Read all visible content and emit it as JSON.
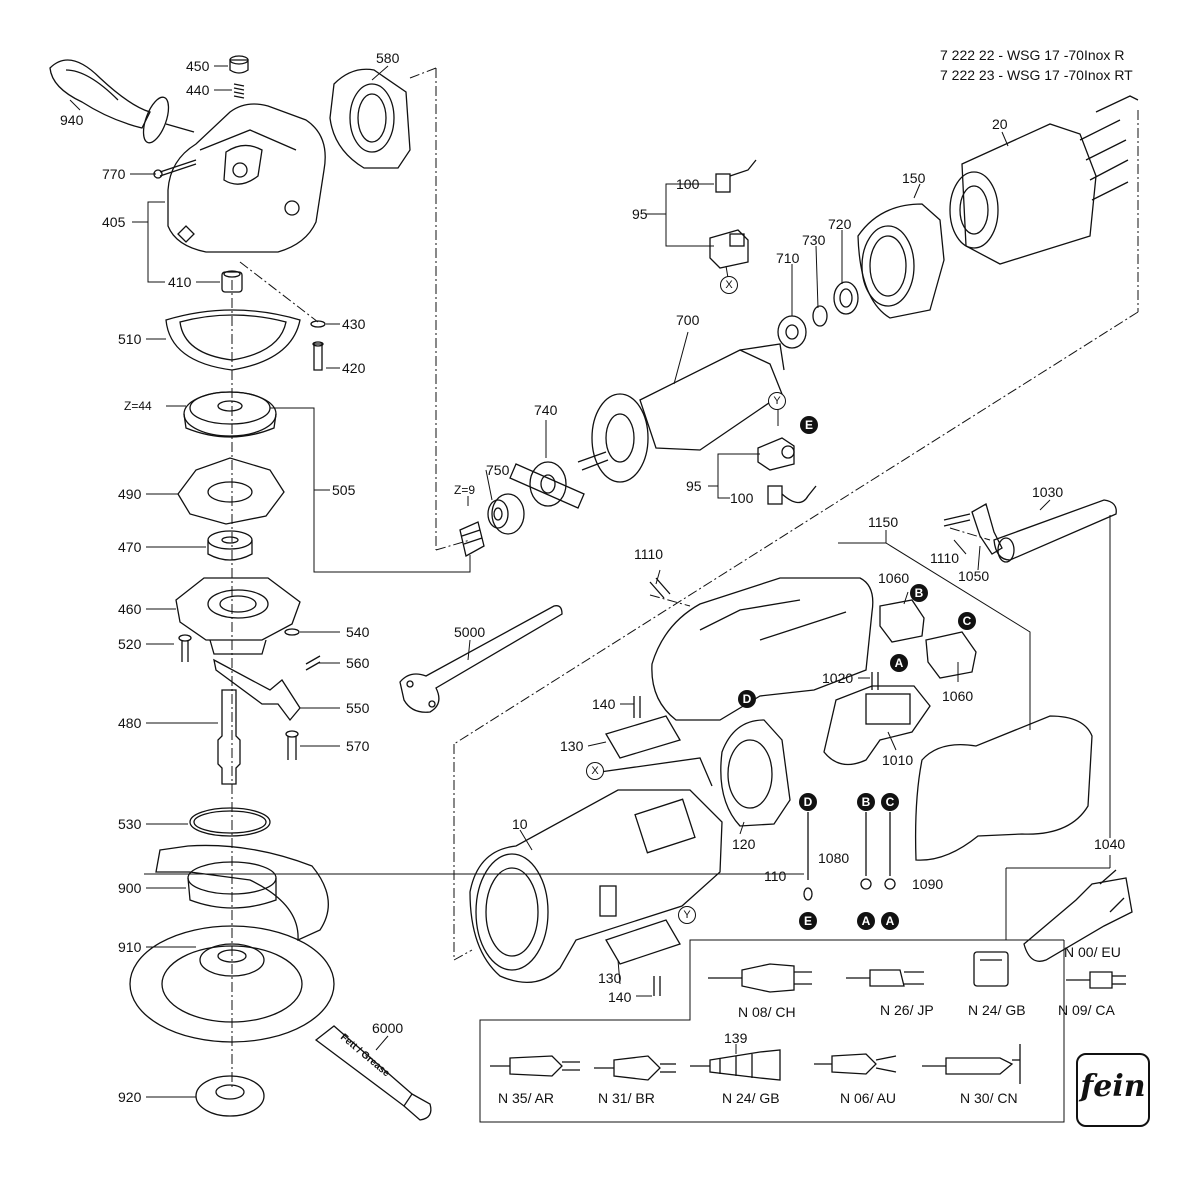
{
  "header": {
    "line1": "7 222 22 - WSG 17 -70Inox R",
    "line2": "7 222 23 - WSG 17 -70Inox RT"
  },
  "logo_text": "fein",
  "labels": {
    "p450": "450",
    "p440": "440",
    "p580": "580",
    "p940": "940",
    "p770": "770",
    "p405": "405",
    "p410": "410",
    "p430": "430",
    "p510": "510",
    "p420": "420",
    "z44": "Z=44",
    "p490": "490",
    "p505": "505",
    "p470": "470",
    "p460": "460",
    "p540": "540",
    "p520": "520",
    "p560": "560",
    "p480": "480",
    "p550": "550",
    "p570": "570",
    "p530": "530",
    "p900": "900",
    "p910": "910",
    "p920": "920",
    "p6000": "6000",
    "p5000": "5000",
    "p20": "20",
    "p150": "150",
    "p720": "720",
    "p730": "730",
    "p710": "710",
    "p100a": "100",
    "p95a": "95",
    "p700": "700",
    "p740": "740",
    "p750": "750",
    "z9": "Z=9",
    "p95b": "95",
    "p100b": "100",
    "p1030": "1030",
    "p1110a": "1110",
    "p1050": "1050",
    "p1150": "1150",
    "p1110b": "1110",
    "p1060a": "1060",
    "p1060b": "1060",
    "p1020": "1020",
    "p1010": "1010",
    "p140a": "140",
    "p130a": "130",
    "p10": "10",
    "p120": "120",
    "p110": "110",
    "p1080": "1080",
    "p1090": "1090",
    "p1040": "1040",
    "p130b": "130",
    "p140b": "140",
    "p139": "139",
    "plug_ch": "N 08/ CH",
    "plug_jp": "N 26/ JP",
    "plug_gb24": "N 24/ GB",
    "plug_ca": "N 09/ CA",
    "plug_eu": "N 00/ EU",
    "plug_ar": "N 35/ AR",
    "plug_br": "N 31/ BR",
    "plug_gb24b": "N 24/ GB",
    "plug_au": "N 06/ AU",
    "plug_cn": "N 30/ CN",
    "tube_text": "Fett / Grease"
  },
  "markers": {
    "b_e1": "E",
    "b_a1": "A",
    "b_b1": "B",
    "b_c1": "C",
    "b_d1": "D",
    "b_d2": "D",
    "b_b2": "B",
    "b_c2": "C",
    "b_e2": "E",
    "b_a2": "A",
    "b_a3": "A",
    "o_x1": "X",
    "o_y1": "Y",
    "o_x2": "X",
    "o_y2": "Y"
  }
}
